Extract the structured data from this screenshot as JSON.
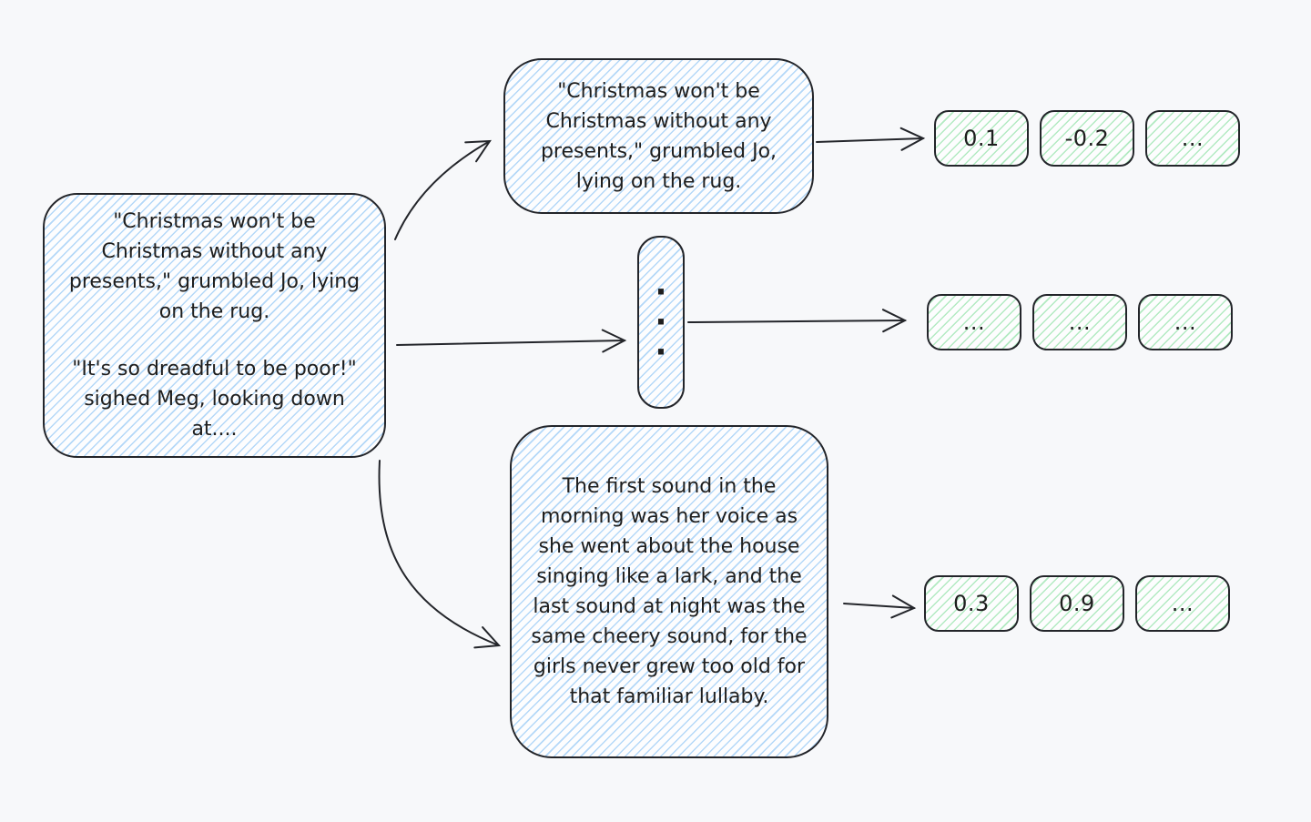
{
  "colors": {
    "background": "#f7f8fa",
    "stroke": "#23252a",
    "text": "#1e1e1e",
    "blue_hatch": "#a5d8ff",
    "green_hatch": "#b2f2bb"
  },
  "document_box": {
    "paragraph1": "\"Christmas won't be Christmas without any presents,\" grumbled Jo, lying on the rug.",
    "paragraph2": "\"It's so dreadful to be poor!\" sighed Meg, looking down at...."
  },
  "chunks": [
    {
      "text": "\"Christmas won't be Christmas without any presents,\" grumbled Jo, lying on the rug."
    },
    {
      "dots": [
        "·",
        "·",
        "·"
      ]
    },
    {
      "text": "The first sound in the morning was her voice as she went about the house singing like a lark, and the last sound at night was the same cheery sound, for the girls never grew too old for that familiar lullaby."
    }
  ],
  "embeddings": [
    {
      "values": [
        "0.1",
        "-0.2",
        "..."
      ]
    },
    {
      "values": [
        "...",
        "...",
        "..."
      ]
    },
    {
      "values": [
        "0.3",
        "0.9",
        "..."
      ]
    }
  ]
}
